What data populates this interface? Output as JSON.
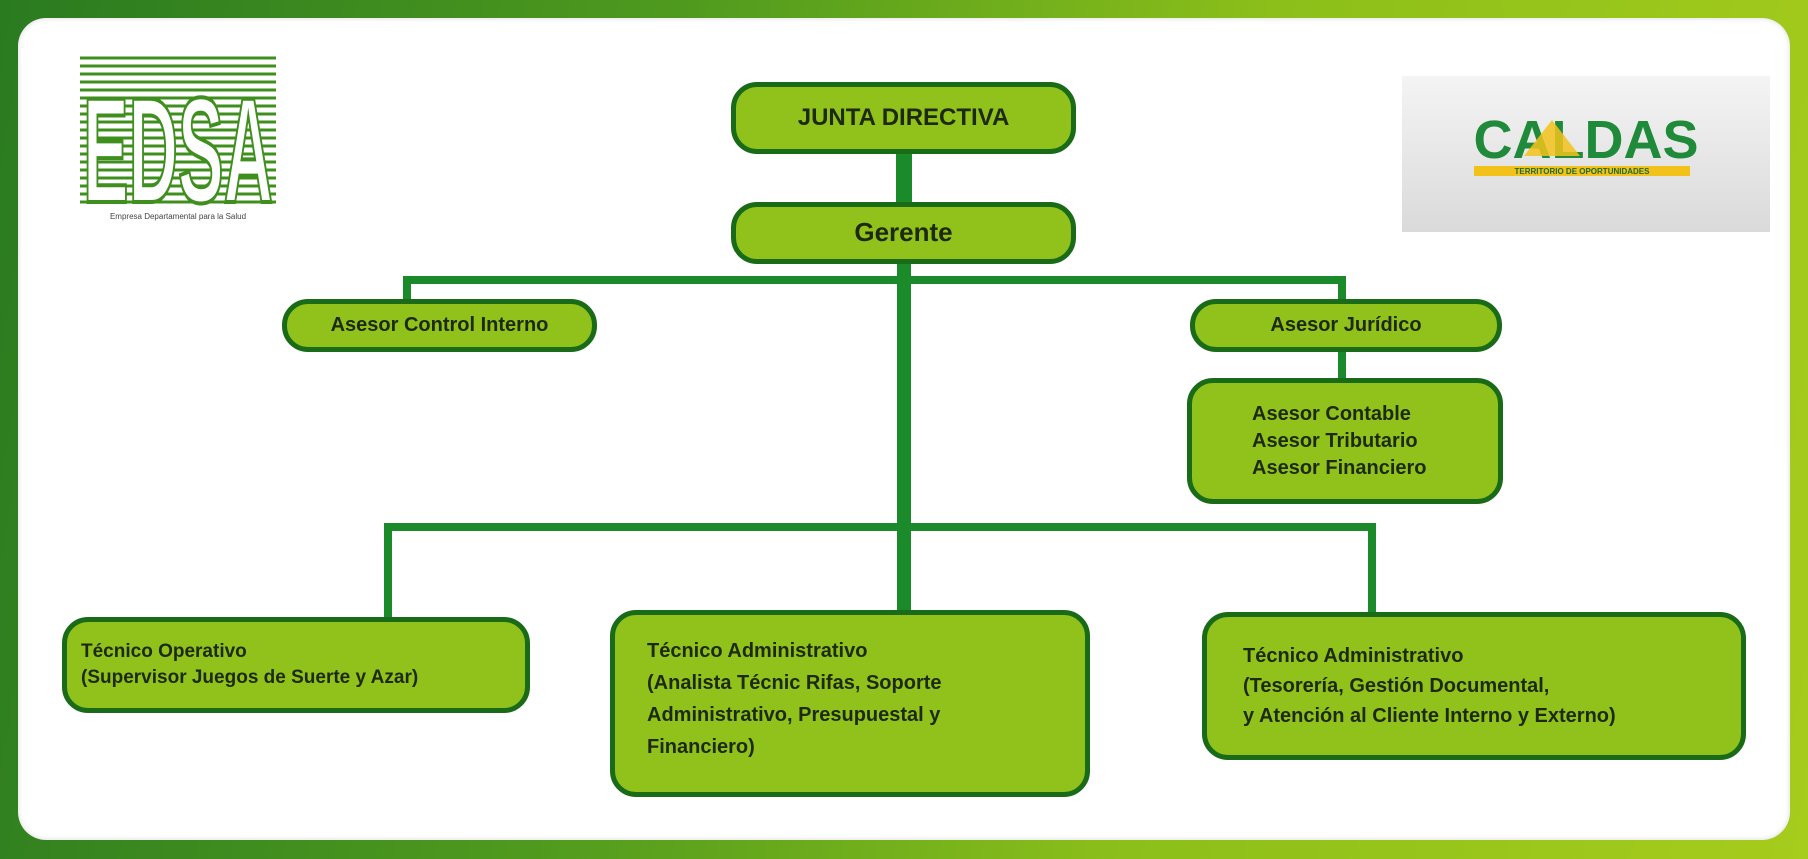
{
  "nodes": {
    "junta": "JUNTA DIRECTIVA",
    "gerente": "Gerente",
    "control_interno": "Asesor Control Interno",
    "juridico": "Asesor Jurídico",
    "asesores": [
      "Asesor Contable",
      "Asesor Tributario",
      "Asesor Financiero"
    ],
    "operativo": [
      "Técnico Operativo",
      "(Supervisor  Juegos de Suerte y Azar)"
    ],
    "admin_center": [
      "Técnico Administrativo",
      "(Analista Técnic Rifas, Soporte",
      "Administrativo, Presupuestal y",
      "Financiero)"
    ],
    "admin_right": [
      "Técnico Administrativo",
      "(Tesorería, Gestión Documental,",
      "y Atención al Cliente Interno y Externo)"
    ]
  },
  "logos": {
    "edsa": {
      "name": "EDSA",
      "tagline": "Empresa Departamental para la Salud"
    },
    "caldas": {
      "name": "CALDAS",
      "tagline": "TERRITORIO DE OPORTUNIDADES"
    }
  },
  "colors": {
    "node_fill": "#90c21b",
    "node_border": "#1a6b17",
    "connector": "#1a8a2a"
  }
}
